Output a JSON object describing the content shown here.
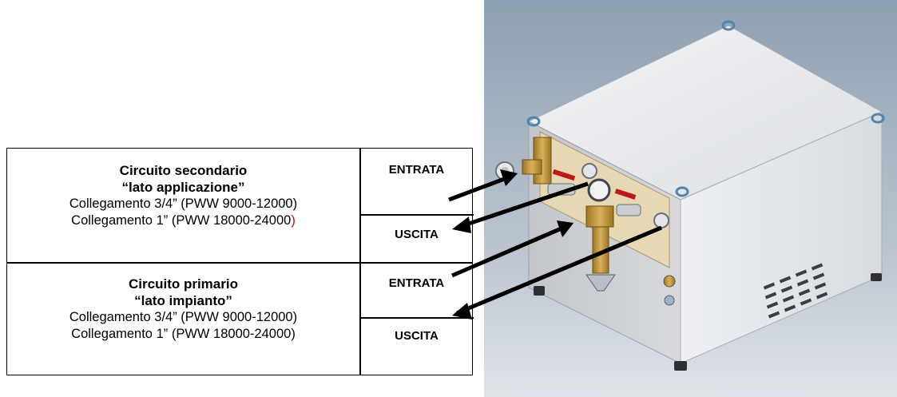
{
  "table": {
    "secondary": {
      "title": "Circuito secondario",
      "subtitle": "“lato applicazione”",
      "line1": "Collegamento 3/4” (PWW 9000-12000)",
      "line2": "Collegamento 1” (PWW 18000-24000",
      "line2_paren": ")"
    },
    "primary": {
      "title": "Circuito primario",
      "subtitle": "“lato impianto”",
      "line1": "Collegamento 3/4” (PWW 9000-12000)",
      "line2": "Collegamento 1” (PWW 18000-24000)"
    },
    "labels": {
      "entrata_1": "ENTRATA",
      "uscita_1": "USCITA",
      "entrata_2": "ENTRATA",
      "uscita_2": "USCITA"
    }
  },
  "colors": {
    "accent_red": "#d40000",
    "unit_panel": "#e6e7ea",
    "brass": "#c8a24a"
  }
}
